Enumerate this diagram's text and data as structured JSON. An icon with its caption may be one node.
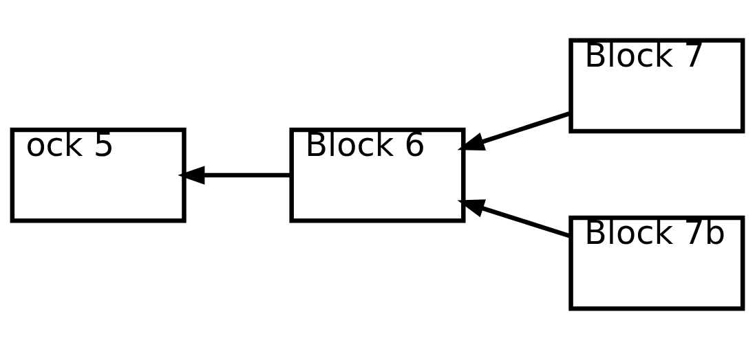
{
  "diagram": {
    "nodes": [
      {
        "text": [
          "ock 5"
        ]
      },
      {
        "text": [
          "Block 6"
        ]
      },
      {
        "text": [
          "Block 7"
        ]
      },
      {
        "text": [
          "Block 7b"
        ]
      }
    ],
    "edges": [
      {
        "from": 1,
        "to": 0,
        "arrow": "to"
      },
      {
        "from": 2,
        "to": 1,
        "arrow": "to"
      },
      {
        "from": 3,
        "to": 1,
        "arrow": "to"
      }
    ]
  }
}
